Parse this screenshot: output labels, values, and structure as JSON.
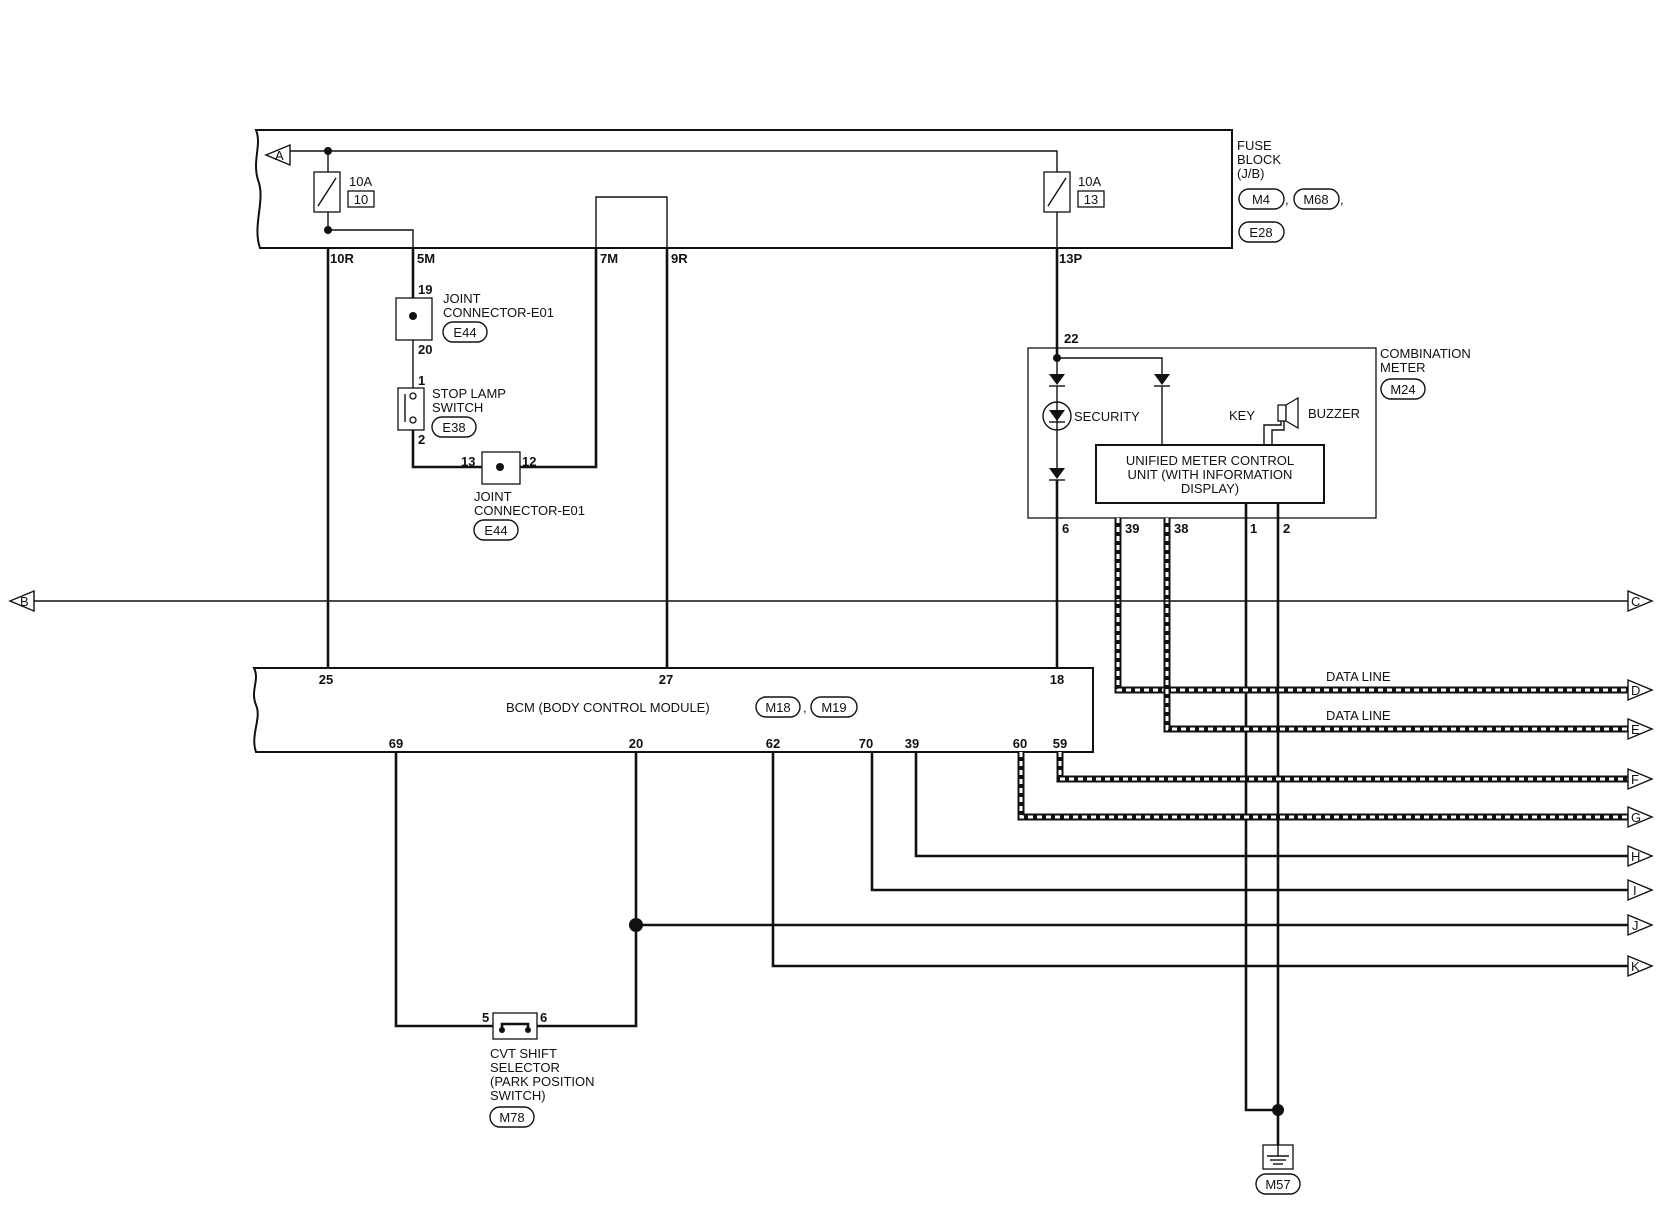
{
  "fuse_block": {
    "title": [
      "FUSE",
      "BLOCK",
      "(J/B)"
    ],
    "connectors": [
      "M4",
      "M68",
      "E28"
    ],
    "fuse_left": {
      "rating": "10A",
      "number": "10"
    },
    "fuse_right": {
      "rating": "10A",
      "number": "13"
    },
    "pins": {
      "p10r": "10R",
      "p5m": "5M",
      "p7m": "7M",
      "p9r": "9R",
      "p13p": "13P"
    }
  },
  "joint_connector_top": {
    "name": [
      "JOINT",
      "CONNECTOR-E01"
    ],
    "connector": "E44",
    "pin_in": "19",
    "pin_out": "20"
  },
  "stop_lamp_switch": {
    "name": [
      "STOP LAMP",
      "SWITCH"
    ],
    "connector": "E38",
    "pin_in": "1",
    "pin_out": "2"
  },
  "joint_connector_bottom": {
    "name": [
      "JOINT",
      "CONNECTOR-E01"
    ],
    "connector": "E44",
    "pin_left": "13",
    "pin_right": "12"
  },
  "combination_meter": {
    "title": [
      "COMBINATION",
      "METER"
    ],
    "connector": "M24",
    "pin_in": "22",
    "security_label": "SECURITY",
    "key_label": "KEY",
    "buzzer_label": "BUZZER",
    "unit_label": [
      "UNIFIED METER CONTROL",
      "UNIT (WITH INFORMATION",
      "DISPLAY)"
    ],
    "pins": {
      "p6": "6",
      "p39": "39",
      "p38": "38",
      "p1": "1",
      "p2": "2"
    }
  },
  "bcm": {
    "label": "BCM (BODY CONTROL MODULE)",
    "connectors": [
      "M18",
      "M19"
    ],
    "top_pins": {
      "p25": "25",
      "p27": "27",
      "p18": "18"
    },
    "bottom_pins": {
      "p69": "69",
      "p20": "20",
      "p62": "62",
      "p70": "70",
      "p39": "39",
      "p60": "60",
      "p59": "59"
    }
  },
  "cvt_selector": {
    "name": [
      "CVT SHIFT",
      "SELECTOR",
      "(PARK POSITION",
      "SWITCH)"
    ],
    "connector": "M78",
    "pin_left": "5",
    "pin_right": "6"
  },
  "ground": {
    "connector": "M57"
  },
  "data_line_label": "DATA LINE",
  "terminals": {
    "a": "A",
    "b": "B",
    "c": "C",
    "d": "D",
    "e": "E",
    "f": "F",
    "g": "G",
    "h": "H",
    "i": "I",
    "j": "J",
    "k": "K"
  }
}
